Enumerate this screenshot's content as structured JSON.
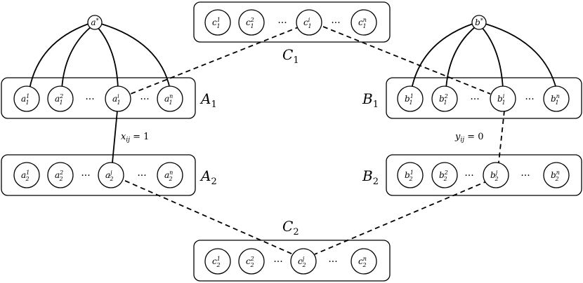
{
  "groups": {
    "A1": {
      "name": "A",
      "sub": "1"
    },
    "A2": {
      "name": "A",
      "sub": "2"
    },
    "B1": {
      "name": "B",
      "sub": "1"
    },
    "B2": {
      "name": "B",
      "sub": "2"
    },
    "C1": {
      "name": "C",
      "sub": "1"
    },
    "C2": {
      "name": "C",
      "sub": "2"
    }
  },
  "roots": {
    "a": {
      "base": "a",
      "sup": "*"
    },
    "b": {
      "base": "b",
      "sup": "*"
    }
  },
  "nodes": {
    "c1": [
      {
        "base": "c",
        "sub": "1",
        "sup": "1"
      },
      {
        "base": "c",
        "sub": "1",
        "sup": "2"
      },
      {
        "base": "c",
        "sub": "1",
        "sup": "i"
      },
      {
        "base": "c",
        "sub": "1",
        "sup": "n"
      }
    ],
    "a1": [
      {
        "base": "a",
        "sub": "1",
        "sup": "1"
      },
      {
        "base": "a",
        "sub": "1",
        "sup": "2"
      },
      {
        "base": "a",
        "sub": "1",
        "sup": "i"
      },
      {
        "base": "a",
        "sub": "1",
        "sup": "n"
      }
    ],
    "b1": [
      {
        "base": "b",
        "sub": "1",
        "sup": "1"
      },
      {
        "base": "b",
        "sub": "1",
        "sup": "2"
      },
      {
        "base": "b",
        "sub": "1",
        "sup": "i"
      },
      {
        "base": "b",
        "sub": "1",
        "sup": "n"
      }
    ],
    "a2": [
      {
        "base": "a",
        "sub": "2",
        "sup": "1"
      },
      {
        "base": "a",
        "sub": "2",
        "sup": "2"
      },
      {
        "base": "a",
        "sub": "2",
        "sup": "j"
      },
      {
        "base": "a",
        "sub": "2",
        "sup": "n"
      }
    ],
    "b2": [
      {
        "base": "b",
        "sub": "2",
        "sup": "1"
      },
      {
        "base": "b",
        "sub": "2",
        "sup": "2"
      },
      {
        "base": "b",
        "sub": "2",
        "sup": "j"
      },
      {
        "base": "b",
        "sub": "2",
        "sup": "n"
      }
    ],
    "c2": [
      {
        "base": "c",
        "sub": "2",
        "sup": "1"
      },
      {
        "base": "c",
        "sub": "2",
        "sup": "2"
      },
      {
        "base": "c",
        "sub": "2",
        "sup": "j"
      },
      {
        "base": "c",
        "sub": "2",
        "sup": "n"
      }
    ]
  },
  "ellipsis": "···",
  "edge_labels": {
    "x": {
      "var": "x",
      "sub": "ij",
      "rest": " = 1"
    },
    "y": {
      "var": "y",
      "sub": "ij",
      "rest": " = 0"
    }
  }
}
